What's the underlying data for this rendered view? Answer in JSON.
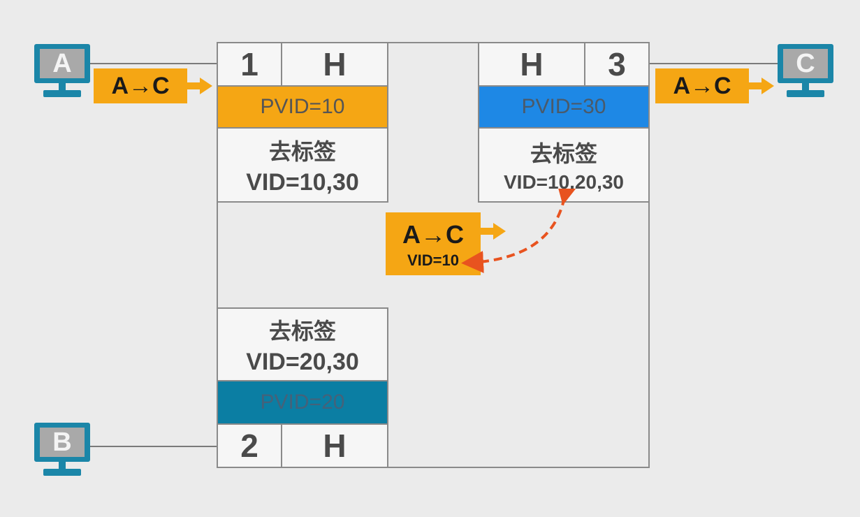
{
  "hosts": {
    "a": "A",
    "b": "B",
    "c": "C"
  },
  "packets": {
    "incoming": "A→C",
    "outgoing": "A→C",
    "internal": "A→C",
    "internal_vid": "VID=10"
  },
  "port1": {
    "number": "1",
    "mode": "H",
    "pvid": "PVID=10",
    "untag_label": "去标签",
    "vid": "VID=10,30"
  },
  "port2": {
    "number": "2",
    "mode": "H",
    "pvid": "PVID=20",
    "untag_label": "去标签",
    "vid": "VID=20,30"
  },
  "port3": {
    "number": "3",
    "mode": "H",
    "pvid": "PVID=30",
    "untag_label": "去标签",
    "vid": "VID=10,20,30"
  },
  "colors": {
    "orange": "#f5a614",
    "blue": "#1e88e5",
    "teal": "#0b7ea3",
    "monitor": "#1b86a8",
    "arrow_red": "#e8531f"
  }
}
